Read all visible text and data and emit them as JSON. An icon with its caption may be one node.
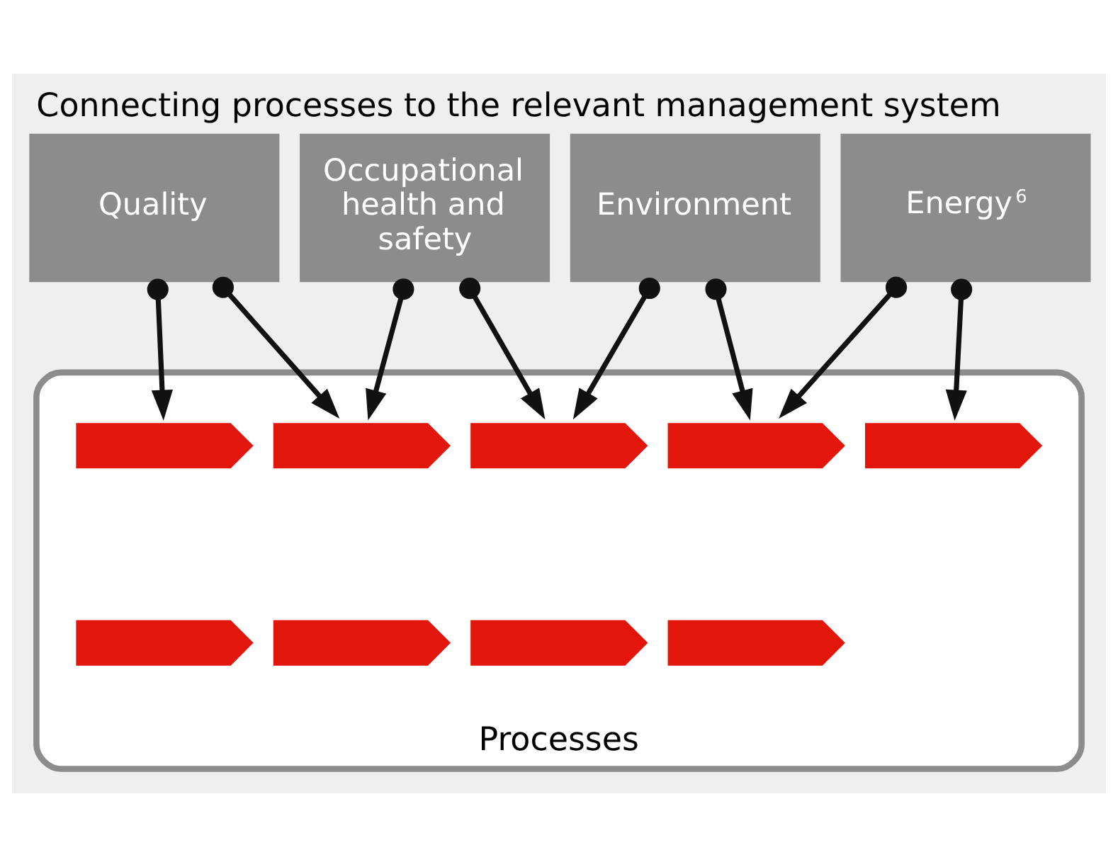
{
  "diagram": {
    "title": "Connecting processes to the relevant management system",
    "nodes": [
      {
        "text": [
          "Quality"
        ]
      },
      {
        "text": [
          "Occupational health and safety"
        ]
      },
      {
        "text": [
          "Environment"
        ]
      },
      {
        "text": [
          "Energy$^{6}$"
        ]
      },
      {
        "text": [
          "Processes"
        ]
      },
      {
        "text": [],
        "shape": "chevron",
        "in": 4
      },
      {
        "text": [],
        "shape": "chevron",
        "in": 4
      },
      {
        "text": [],
        "shape": "chevron",
        "in": 4
      },
      {
        "text": [],
        "shape": "chevron",
        "in": 4
      },
      {
        "text": [],
        "shape": "chevron",
        "in": 4
      },
      {
        "text": [],
        "shape": "chevron",
        "in": 4
      },
      {
        "text": [],
        "shape": "chevron",
        "in": 4
      },
      {
        "text": [],
        "shape": "chevron",
        "in": 4
      },
      {
        "text": [],
        "shape": "chevron",
        "in": 4
      }
    ],
    "edges": [
      {
        "from": 0,
        "to": 5,
        "arrow": "to"
      },
      {
        "from": 0,
        "to": 6,
        "arrow": "to"
      },
      {
        "from": 1,
        "to": 6,
        "arrow": "to"
      },
      {
        "from": 1,
        "to": 7,
        "arrow": "to"
      },
      {
        "from": 2,
        "to": 7,
        "arrow": "to"
      },
      {
        "from": 2,
        "to": 8,
        "arrow": "to"
      },
      {
        "from": 3,
        "to": 8,
        "arrow": "to"
      },
      {
        "from": 3,
        "to": 9,
        "arrow": "to"
      }
    ]
  }
}
